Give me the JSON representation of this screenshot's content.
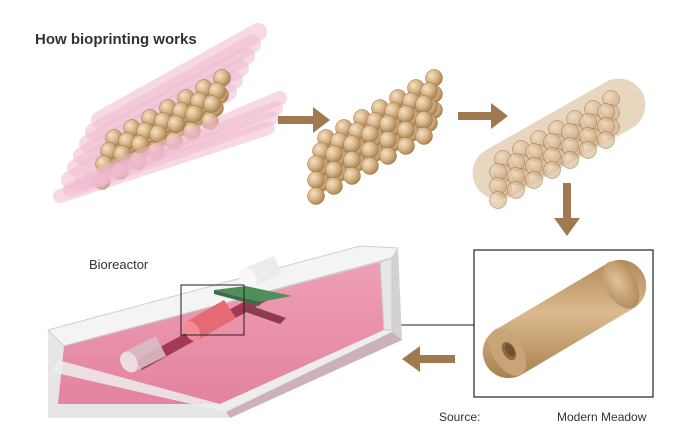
{
  "title": "How bioprinting works",
  "labels": {
    "bioreactor": "Bioreactor"
  },
  "source": {
    "label": "Source:",
    "value": "Modern Meadow"
  },
  "colors": {
    "sphere": "#d9b88c",
    "sphere_dark": "#b08a5c",
    "tube": "#caa57a",
    "arrow": "#a07a4e",
    "pink_rod": "#f3c6d6",
    "bioreactor_liquid": "#e98aa3",
    "bioreactor_wall": "#dcdcdc",
    "support": "#4f8f5c"
  },
  "icons": {
    "flow_arrow": "arrow-right-icon"
  }
}
